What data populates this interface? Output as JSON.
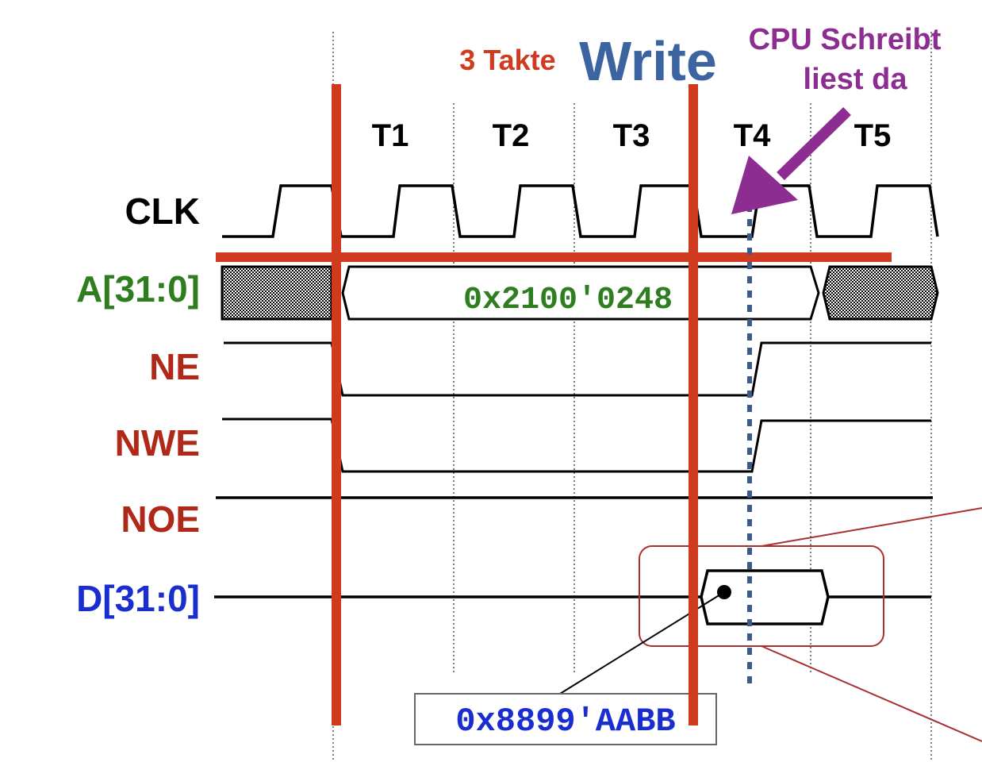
{
  "colors": {
    "black": "#000000",
    "red_signal": "#b02818",
    "green_signal": "#2e7d1f",
    "blue_signal": "#1a2ed0",
    "marker_red": "#d03a1e",
    "write_blue": "#3c64a0",
    "purple": "#8e2d91",
    "dotted_blue": "#3c5a8c",
    "box_red": "#a83030",
    "grid": "#555555"
  },
  "annotations": {
    "takte": "3 Takte",
    "write": "Write",
    "cpu_line1": "CPU Schreibt",
    "cpu_line2": "liest da"
  },
  "cycles": [
    "T1",
    "T2",
    "T3",
    "T4",
    "T5"
  ],
  "signals": {
    "clk": "CLK",
    "addr": "A[31:0]",
    "ne": "NE",
    "nwe": "NWE",
    "noe": "NOE",
    "data": "D[31:0]"
  },
  "values": {
    "address": "0x2100'0248",
    "data": "0x8899'AABB"
  }
}
